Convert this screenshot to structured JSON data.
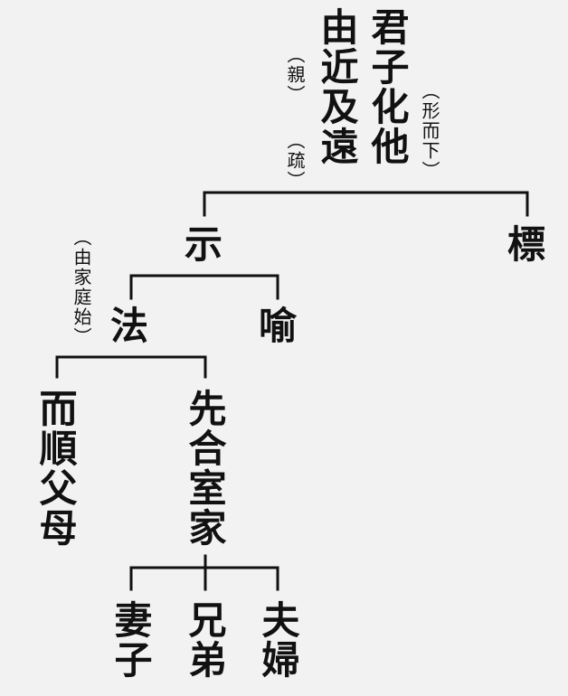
{
  "top": {
    "col1": "君子化他",
    "col2": "由近及遠",
    "note_right": "（形而下）",
    "note_qin": "（親）",
    "note_shu": "（疏）"
  },
  "level1": {
    "left": "示",
    "right": "標"
  },
  "level2": {
    "note": "（由家庭始）",
    "left": "法",
    "right": "喻"
  },
  "level3": {
    "left": "而順父母",
    "right": "先合室家"
  },
  "level4": {
    "left": "妻子",
    "middle": "兄弟",
    "right": "夫婦"
  }
}
